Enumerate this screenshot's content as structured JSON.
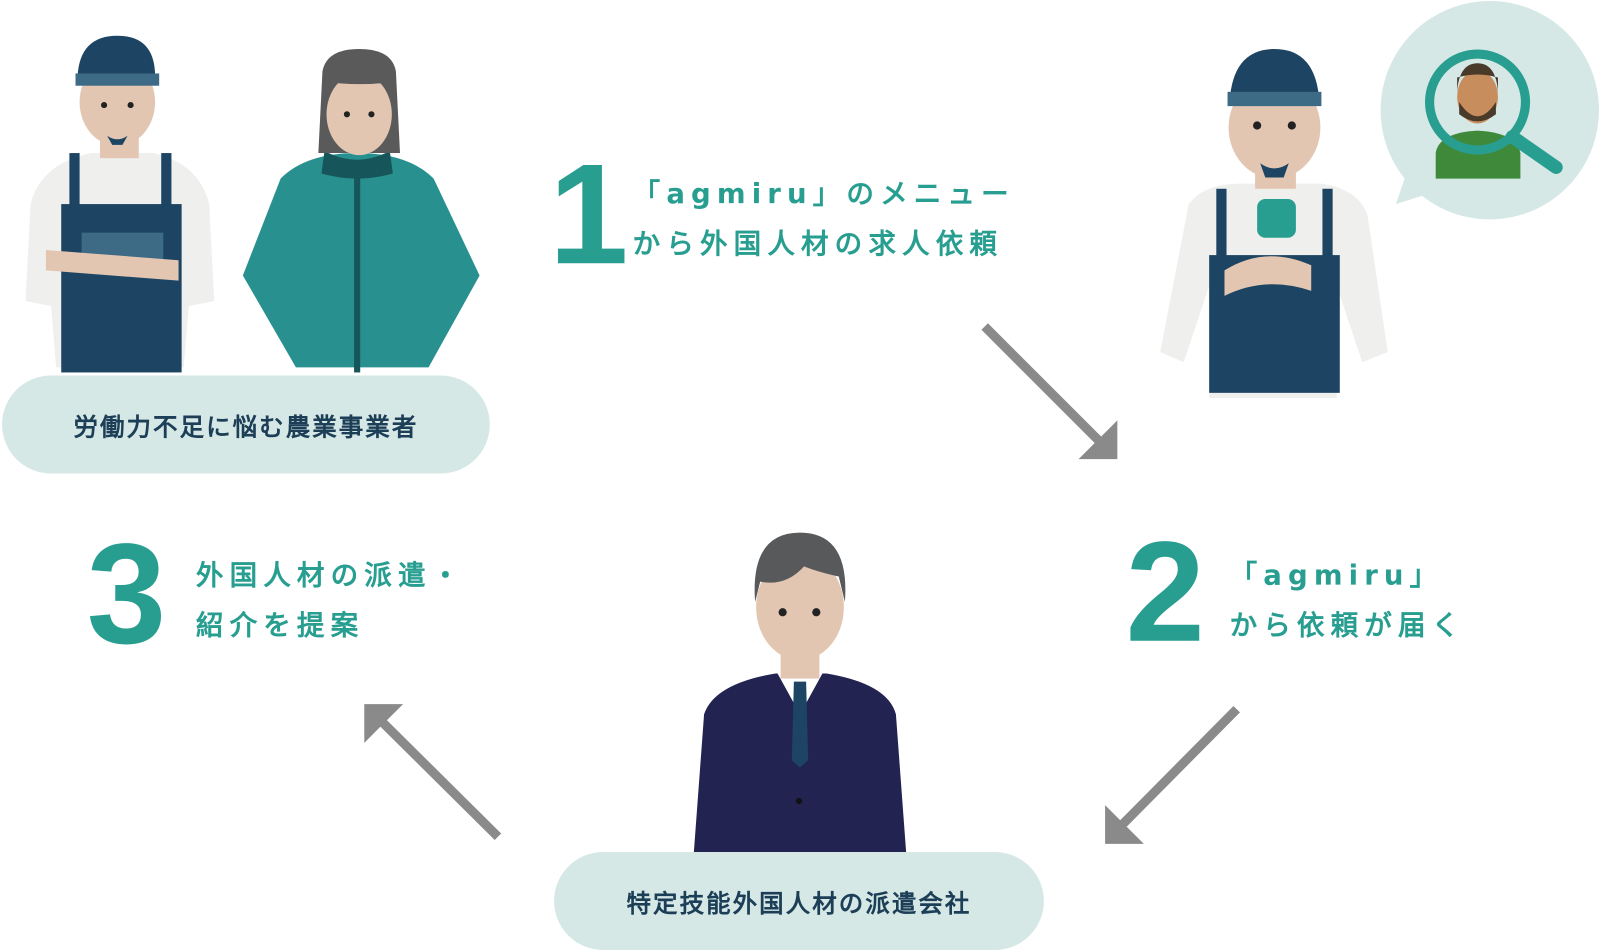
{
  "colors": {
    "teal": "#289e91",
    "pill": "#d5e8e5",
    "arrow": "#8a8a8a",
    "navy": "#1d4563",
    "suit": "#222350"
  },
  "actors": {
    "farmers": "労働力不足に悩む農業事業者",
    "agency": "特定技能外国人材の派遣会社"
  },
  "steps": [
    {
      "number": "1",
      "line1": "「agmiru」のメニュー",
      "line2": "から外国人材の求人依頼"
    },
    {
      "number": "2",
      "line1": "「agmiru」",
      "line2": "から依頼が届く"
    },
    {
      "number": "3",
      "line1": "外国人材の派遣・",
      "line2": "紹介を提案"
    }
  ]
}
